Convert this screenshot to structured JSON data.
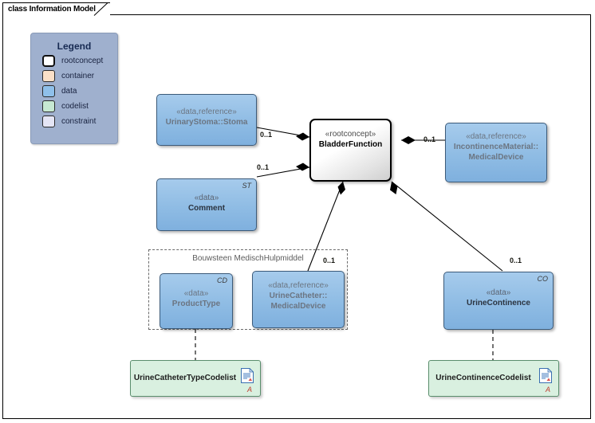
{
  "frame": {
    "tab_label": "class Information Model"
  },
  "legend": {
    "title": "Legend",
    "items": [
      {
        "label": "rootconcept",
        "color": "#ffffff",
        "kind": "root"
      },
      {
        "label": "container",
        "color": "#fae0c8",
        "kind": "plain"
      },
      {
        "label": "data",
        "color": "#8fc0ea",
        "kind": "plain"
      },
      {
        "label": "codelist",
        "color": "#c6e8d2",
        "kind": "plain"
      },
      {
        "label": "constraint",
        "color": "#e4e5f5",
        "kind": "plain"
      }
    ]
  },
  "package": {
    "label": "Bouwsteen MedischHulpmiddel"
  },
  "nodes": {
    "urinary_stoma": {
      "stereotype": "«data,reference»",
      "name": "UrinaryStoma::Stoma",
      "tag": ""
    },
    "bladder_function": {
      "stereotype": "«rootconcept»",
      "name": "BladderFunction",
      "tag": ""
    },
    "incontinence_material": {
      "stereotype": "«data,reference»",
      "name_line1": "IncontinenceMaterial::",
      "name_line2": "MedicalDevice",
      "tag": ""
    },
    "comment": {
      "stereotype": "«data»",
      "name": "Comment",
      "tag": "ST"
    },
    "product_type": {
      "stereotype": "«data»",
      "name": "ProductType",
      "tag": "CD"
    },
    "urine_catheter": {
      "stereotype": "«data,reference»",
      "name_line1": "UrineCatheter::",
      "name_line2": "MedicalDevice",
      "tag": ""
    },
    "urine_continence": {
      "stereotype": "«data»",
      "name": "UrineContinence",
      "tag": "CO"
    },
    "urine_catheter_type_codelist": {
      "name": "UrineCatheterTypeCodelist",
      "marker": "A"
    },
    "urine_continence_codelist": {
      "name": "UrineContinenceCodelist",
      "marker": "A"
    }
  },
  "connectors": {
    "stoma_mult": "0..1",
    "comment_mult": "0..1",
    "incontinence_mult": "0..1",
    "catheter_mult": "0..1",
    "continence_mult": "0..1"
  },
  "colors": {
    "legend_panel": "#9fb0ce",
    "data_fill": "#8fbce4",
    "codelist_fill": "#d9f0e0",
    "rootconcept_fill": "#ffffff",
    "frame_border": "#000000",
    "marker_red": "#c0392b"
  }
}
